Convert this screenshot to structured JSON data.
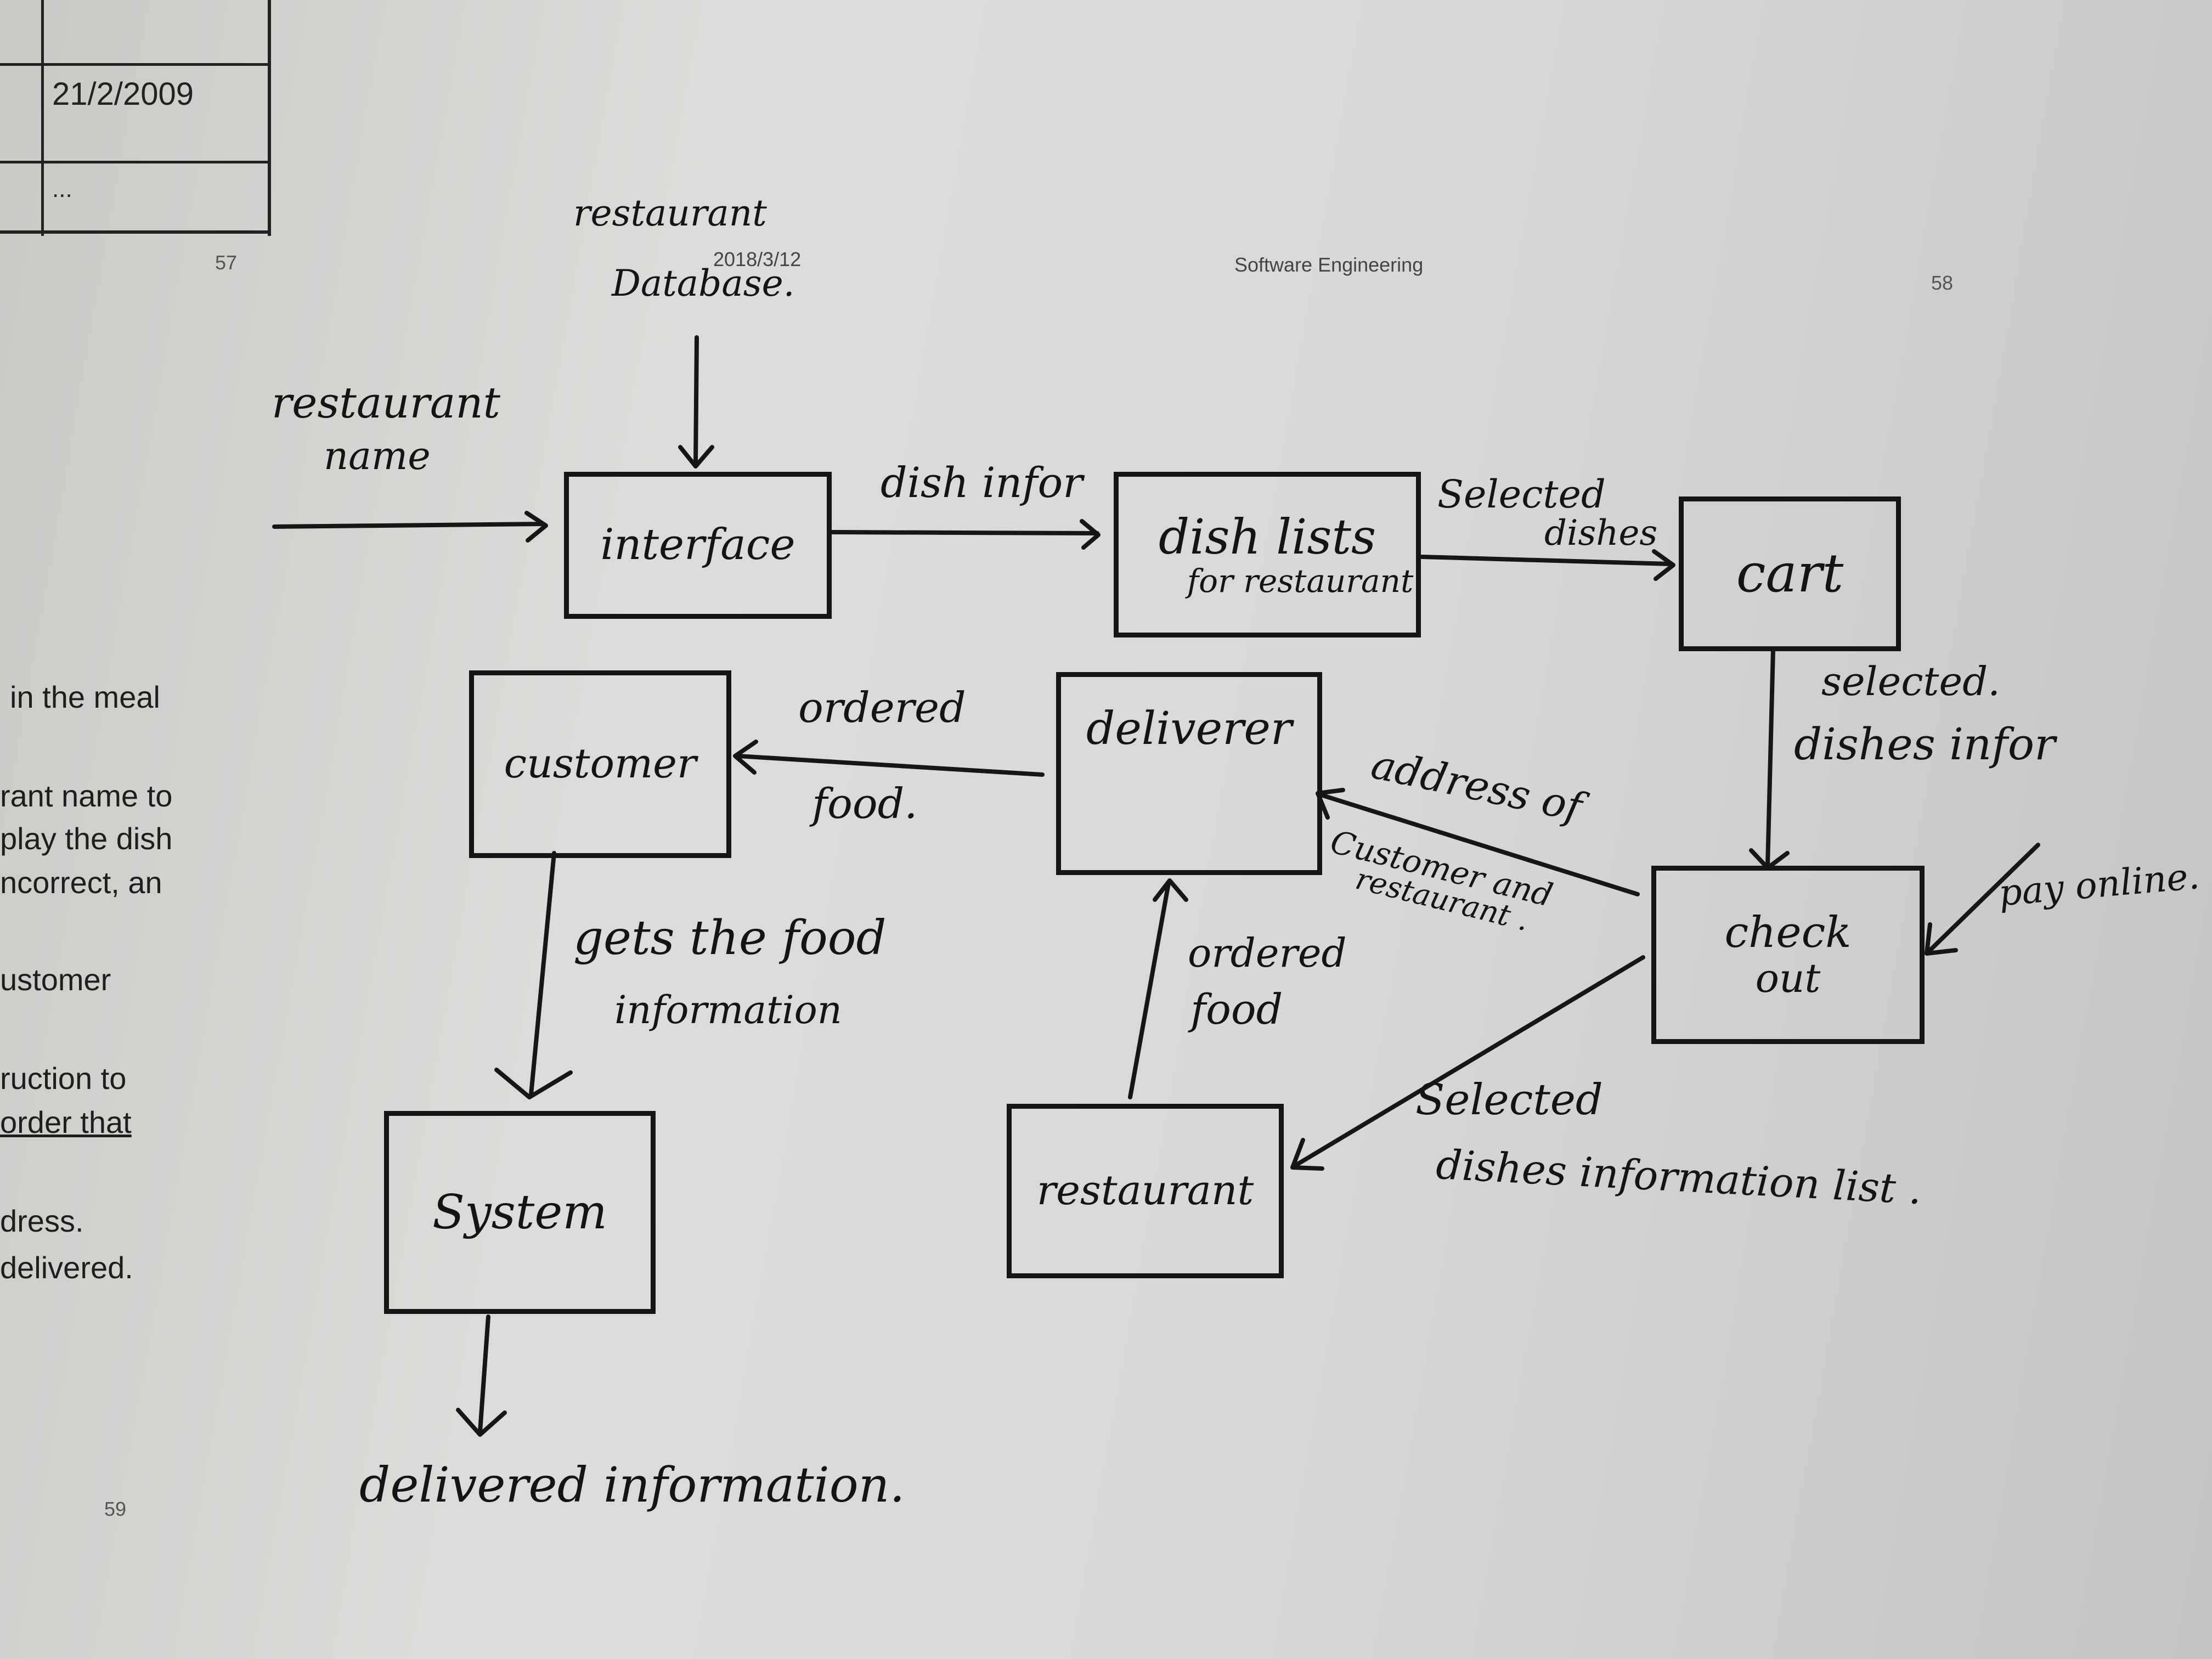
{
  "printed": {
    "table_date": "21/2/2009",
    "table_ellipsis": "...",
    "page_57": "57",
    "page_58": "58",
    "page_59": "59",
    "header_date": "2018/3/12",
    "header_title": "Software Engineering",
    "left_lines": [
      "in the meal",
      "rant name to",
      "play the dish",
      "ncorrect, an",
      "ustomer",
      "ruction to",
      "order that",
      "dress.",
      "delivered."
    ]
  },
  "diagram": {
    "nodes": {
      "interface": "interface",
      "dish_lists_line1": "dish lists",
      "dish_lists_line2": "for restaurant",
      "cart": "cart",
      "customer": "customer",
      "deliverer": "deliverer",
      "check_out_line1": "check",
      "check_out_line2": "out",
      "system": "System",
      "restaurant": "restaurant"
    },
    "labels": {
      "restaurant_database_1": "restaurant",
      "restaurant_database_2": "Database.",
      "restaurant_name_1": "restaurant",
      "restaurant_name_2": "name",
      "dish_infor": "dish infor",
      "selected_dishes_1": "Selected",
      "selected_dishes_2": "dishes",
      "selected_dishes_infor_1": "selected.",
      "selected_dishes_infor_2": "dishes infor",
      "ordered_food_top_1": "ordered",
      "ordered_food_top_2": "food.",
      "address_1": "address of",
      "address_2": "Customer and",
      "address_3": "restaurant .",
      "pay_online": "pay online.",
      "gets_food_1": "gets the food",
      "gets_food_2": "information",
      "ordered_food_mid_1": "ordered",
      "ordered_food_mid_2": "food",
      "selected_list_1": "Selected",
      "selected_list_2": "dishes information list .",
      "delivered_information": "delivered information."
    }
  }
}
